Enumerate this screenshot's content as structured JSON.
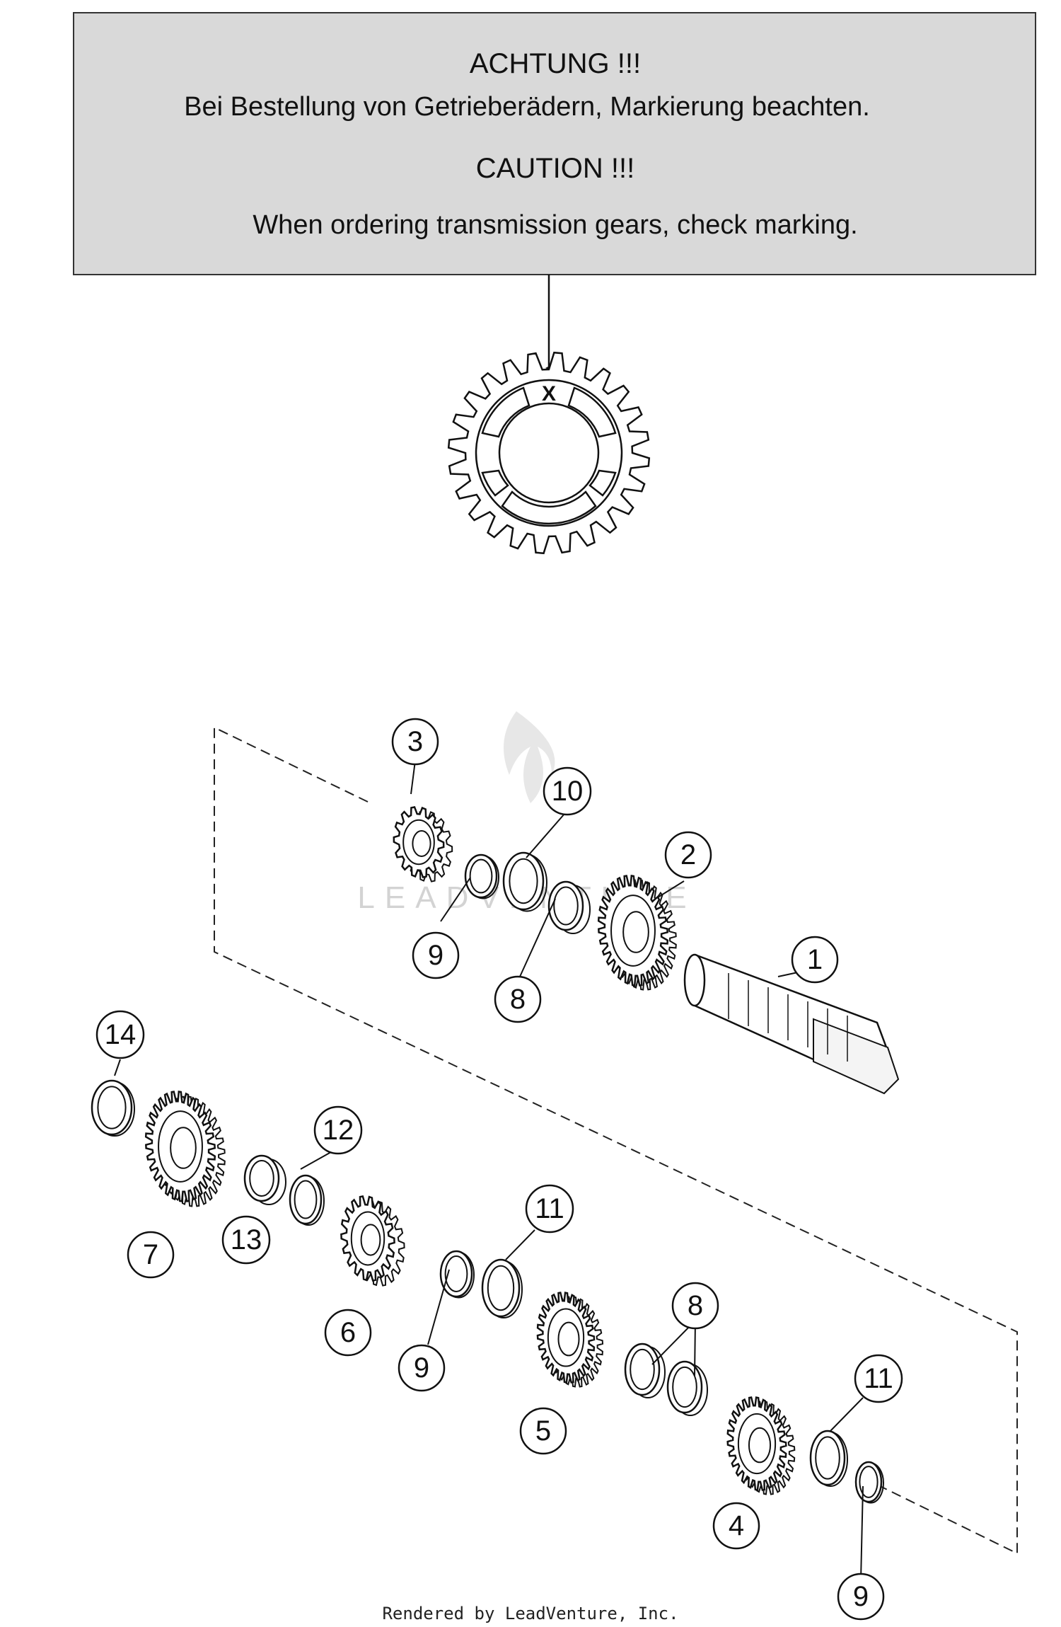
{
  "notice": {
    "line1": "ACHTUNG !!!",
    "line2": "Bei Bestellung von Getrieberädern, Markierung beachten.",
    "line3": "CAUTION !!!",
    "line4": "When ordering transmission gears, check marking."
  },
  "marking_letter": "X",
  "watermark": "LEADVENTURE",
  "footer": "Rendered by LeadVenture, Inc.",
  "callouts": [
    "3",
    "10",
    "2",
    "9",
    "8",
    "1",
    "14",
    "12",
    "7",
    "13",
    "11",
    "6",
    "9",
    "8",
    "5",
    "11",
    "4",
    "9"
  ]
}
